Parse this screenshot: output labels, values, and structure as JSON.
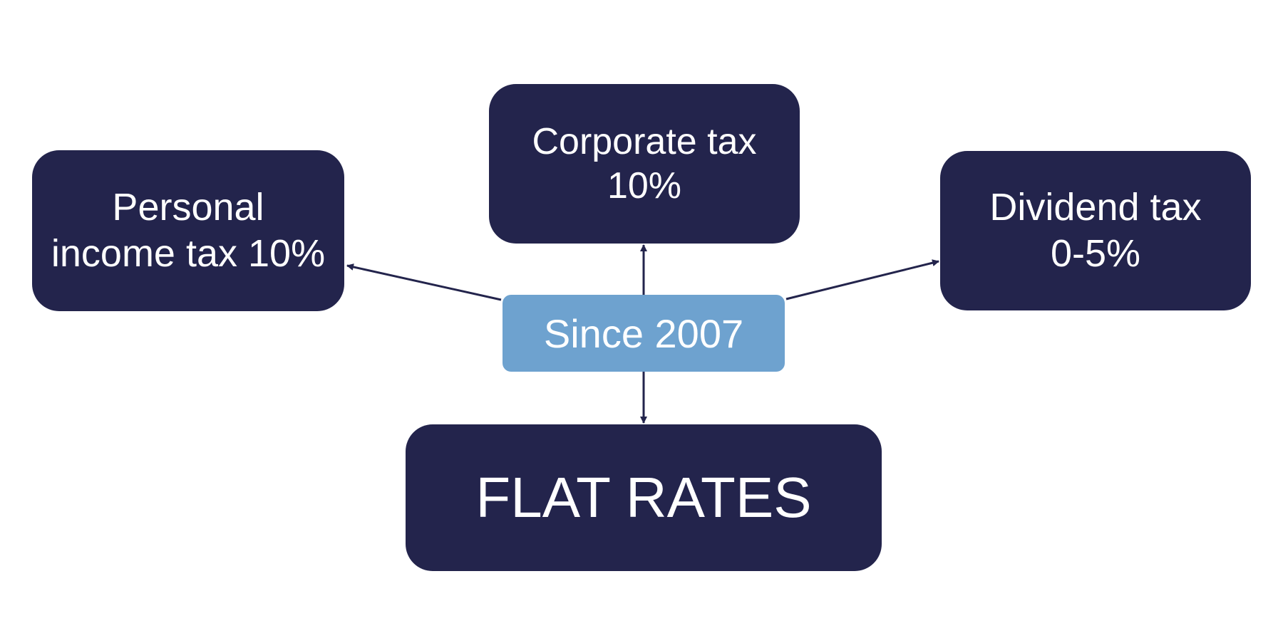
{
  "diagram": {
    "center": {
      "label": "Since 2007"
    },
    "nodes": {
      "corporate": {
        "label": "Corporate tax\n10%"
      },
      "personal": {
        "label": "Personal\nincome tax 10%"
      },
      "dividend": {
        "label": "Dividend tax\n0-5%"
      },
      "flat": {
        "label": "FLAT RATES"
      }
    },
    "colors": {
      "node": "#23244c",
      "center": "#6ea2cf",
      "text": "#ffffff",
      "arrow": "#23244c"
    }
  }
}
